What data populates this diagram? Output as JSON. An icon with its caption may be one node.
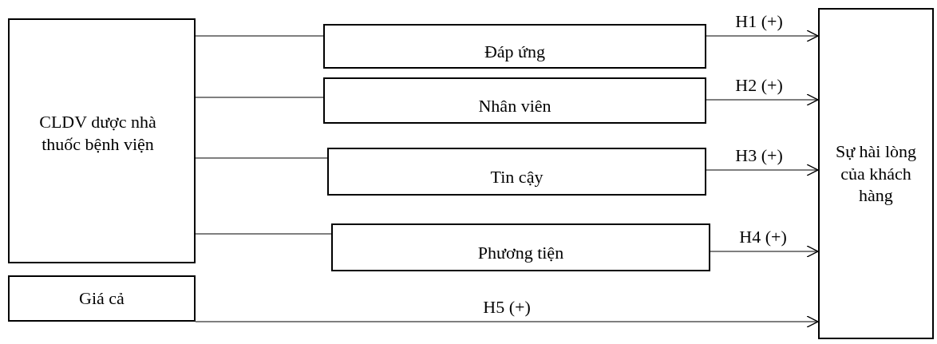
{
  "diagram": {
    "nodes": [
      {
        "text": [
          "CLDV dược nhà thuốc bệnh viện"
        ]
      },
      {
        "text": [
          "Đáp ứng"
        ]
      },
      {
        "text": [
          "Nhân viên"
        ]
      },
      {
        "text": [
          "Tin cậy"
        ]
      },
      {
        "text": [
          "Phương tiện"
        ]
      },
      {
        "text": [
          "Giá cả"
        ]
      },
      {
        "text": [
          "Sự hài lòng của khách hàng"
        ]
      }
    ],
    "edges": [
      {
        "from": 0,
        "to": 1,
        "arrow": "none"
      },
      {
        "from": 0,
        "to": 2,
        "arrow": "none"
      },
      {
        "from": 0,
        "to": 3,
        "arrow": "none"
      },
      {
        "from": 0,
        "to": 4,
        "arrow": "none"
      },
      {
        "from": 1,
        "to": 6,
        "arrow": "to",
        "label": "H1 (+)"
      },
      {
        "from": 2,
        "to": 6,
        "arrow": "to",
        "label": "H2 (+)"
      },
      {
        "from": 3,
        "to": 6,
        "arrow": "to",
        "label": "H3 (+)"
      },
      {
        "from": 4,
        "to": 6,
        "arrow": "to",
        "label": "H4 (+)"
      },
      {
        "from": 5,
        "to": 6,
        "arrow": "to",
        "label": "H5 (+)"
      }
    ]
  }
}
